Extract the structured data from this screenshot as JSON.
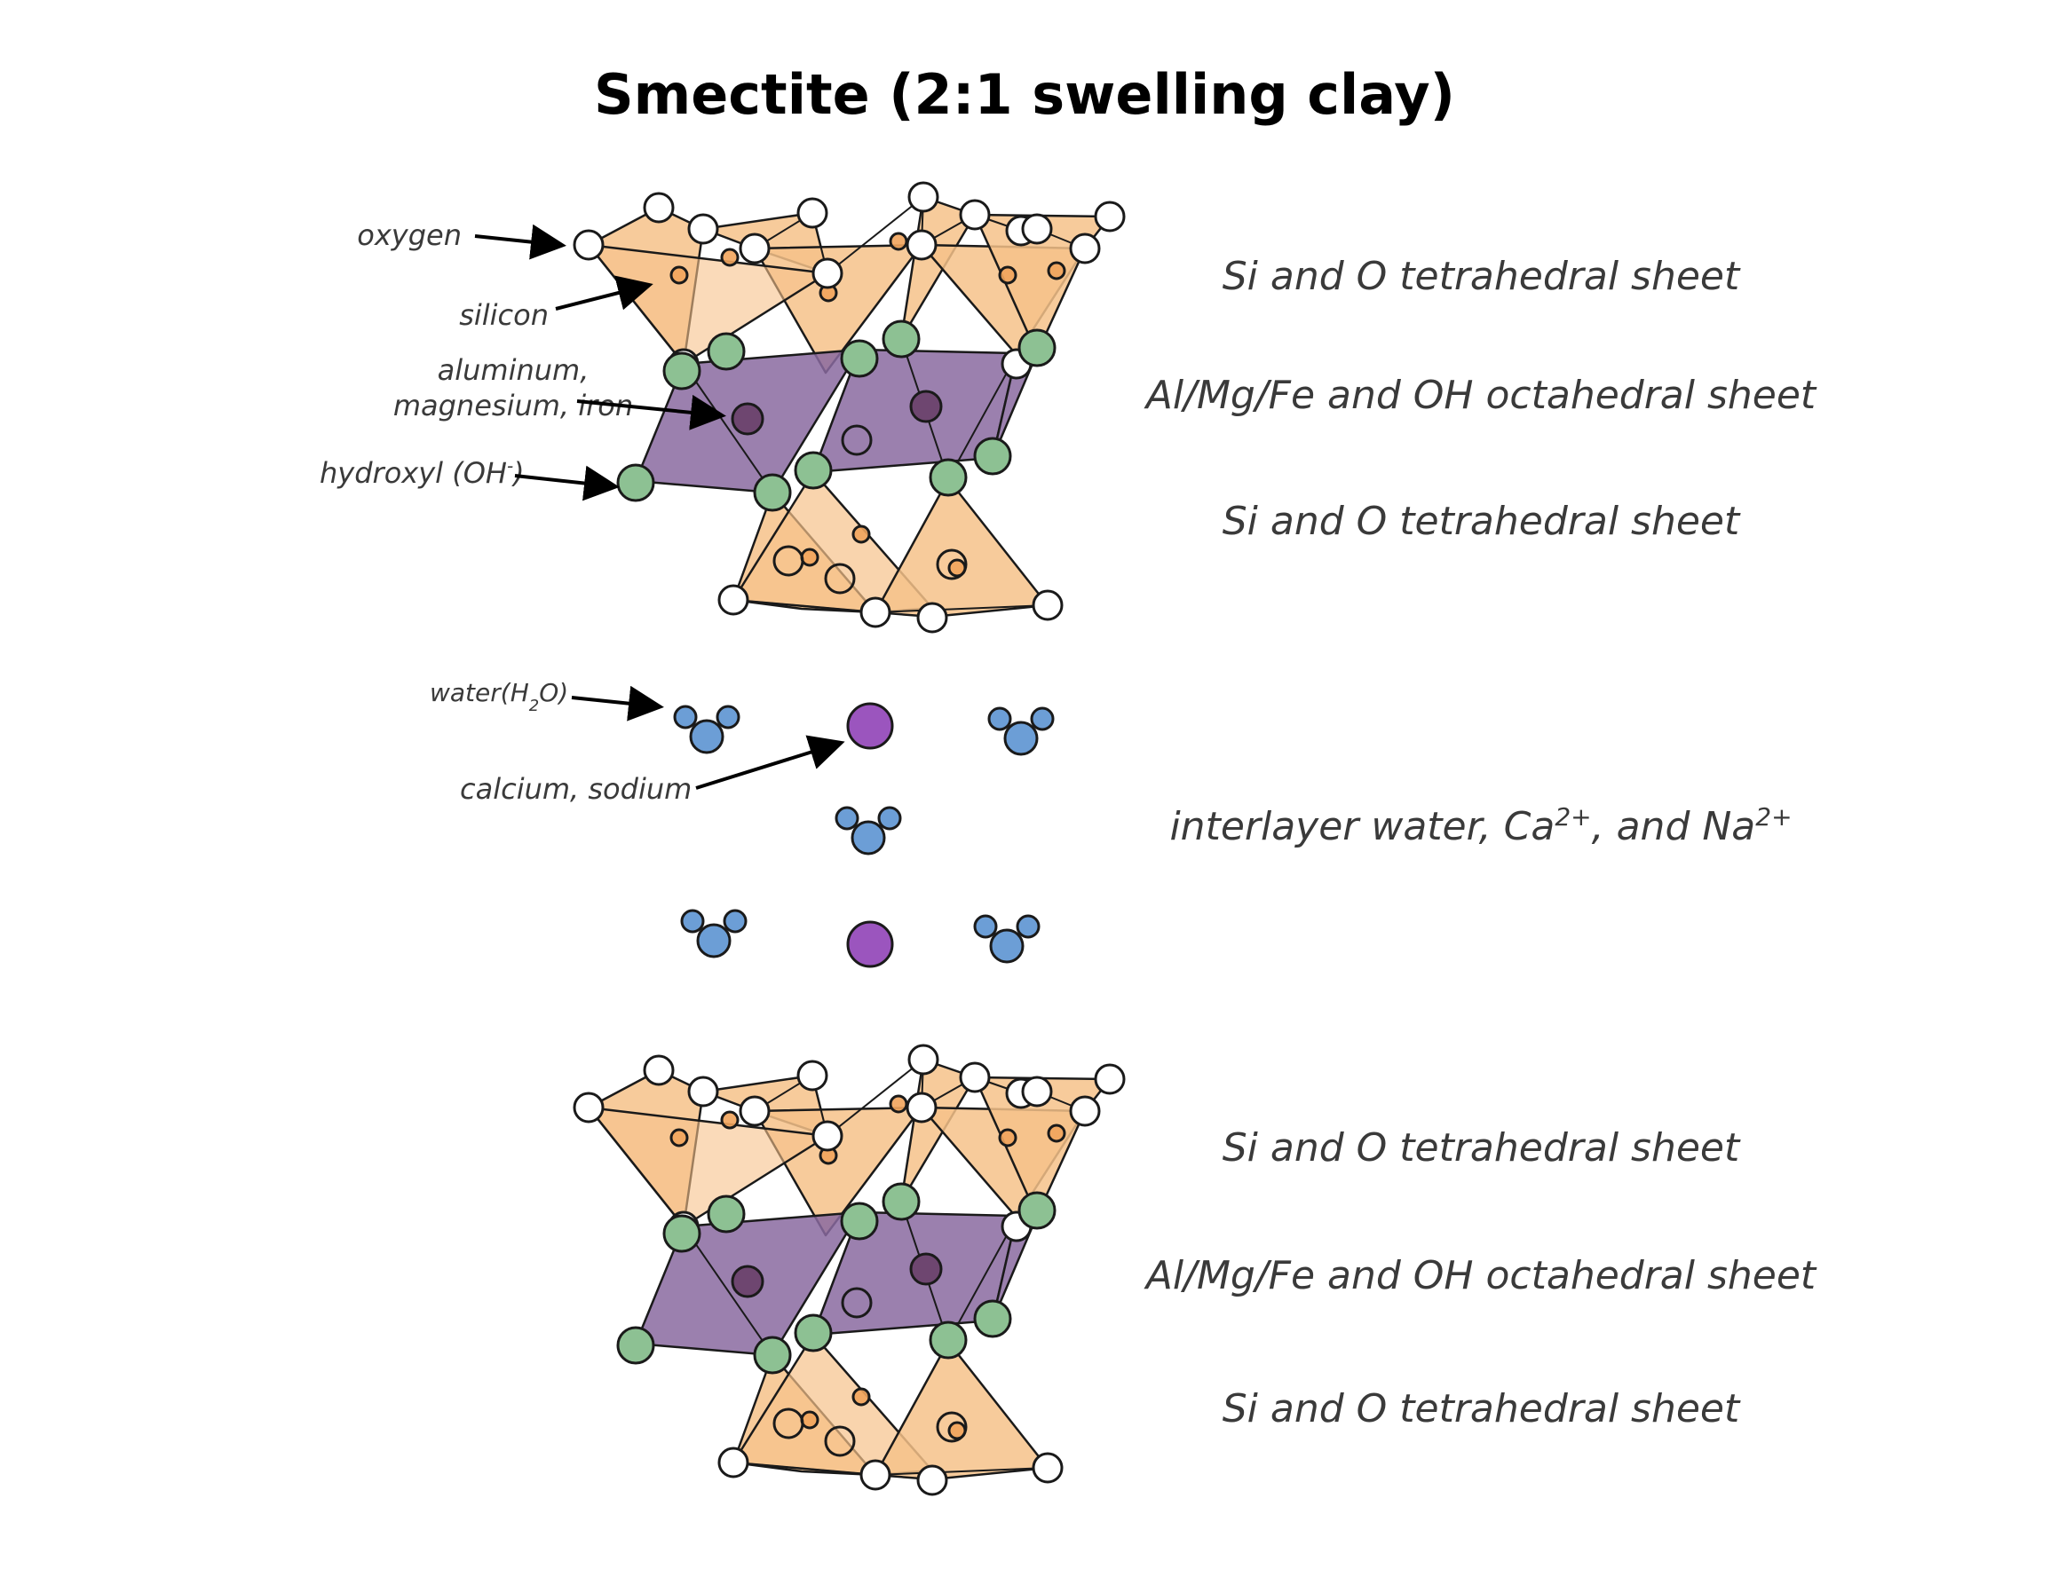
{
  "title": "Smectite (2:1 swelling clay)",
  "colors": {
    "tetrahedral": "#f6c28a",
    "octahedral": "#8a6aa0",
    "oxygen": "#ffffff",
    "silicon": "#f1a45c",
    "aluminum": "#6e4670",
    "hydroxyl": "#8dc193",
    "water": "#6c9ed6",
    "cation": "#9b55be"
  },
  "icons": [
    "oxygen-atom-icon",
    "silicon-atom-icon",
    "aluminum-atom-icon",
    "hydroxyl-atom-icon",
    "water-molecule-icon",
    "cation-atom-icon"
  ],
  "labels": {
    "oxygen": "oxygen",
    "silicon": "silicon",
    "aluminum_line1": "aluminum,",
    "aluminum_line2": "magnesium, iron",
    "hydroxyl": "hydroxyl (OH",
    "hydroxyl_sup": "-",
    "hydroxyl_close": ")",
    "water": "water(H",
    "water_sub": "2",
    "water_close": "O)",
    "cation": "calcium, sodium"
  },
  "sheets": {
    "top_tet1": "Si and O tetrahedral sheet",
    "top_oct": "Al/Mg/Fe and OH octahedral sheet",
    "top_tet2": "Si and O tetrahedral sheet",
    "interlayer_a": "interlayer water, Ca",
    "interlayer_sup1": "2+",
    "interlayer_b": ", and Na",
    "interlayer_sup2": "2+",
    "bot_tet1": "Si and O tetrahedral sheet",
    "bot_oct": "Al/Mg/Fe and OH octahedral sheet",
    "bot_tet2": "Si and O tetrahedral sheet"
  }
}
